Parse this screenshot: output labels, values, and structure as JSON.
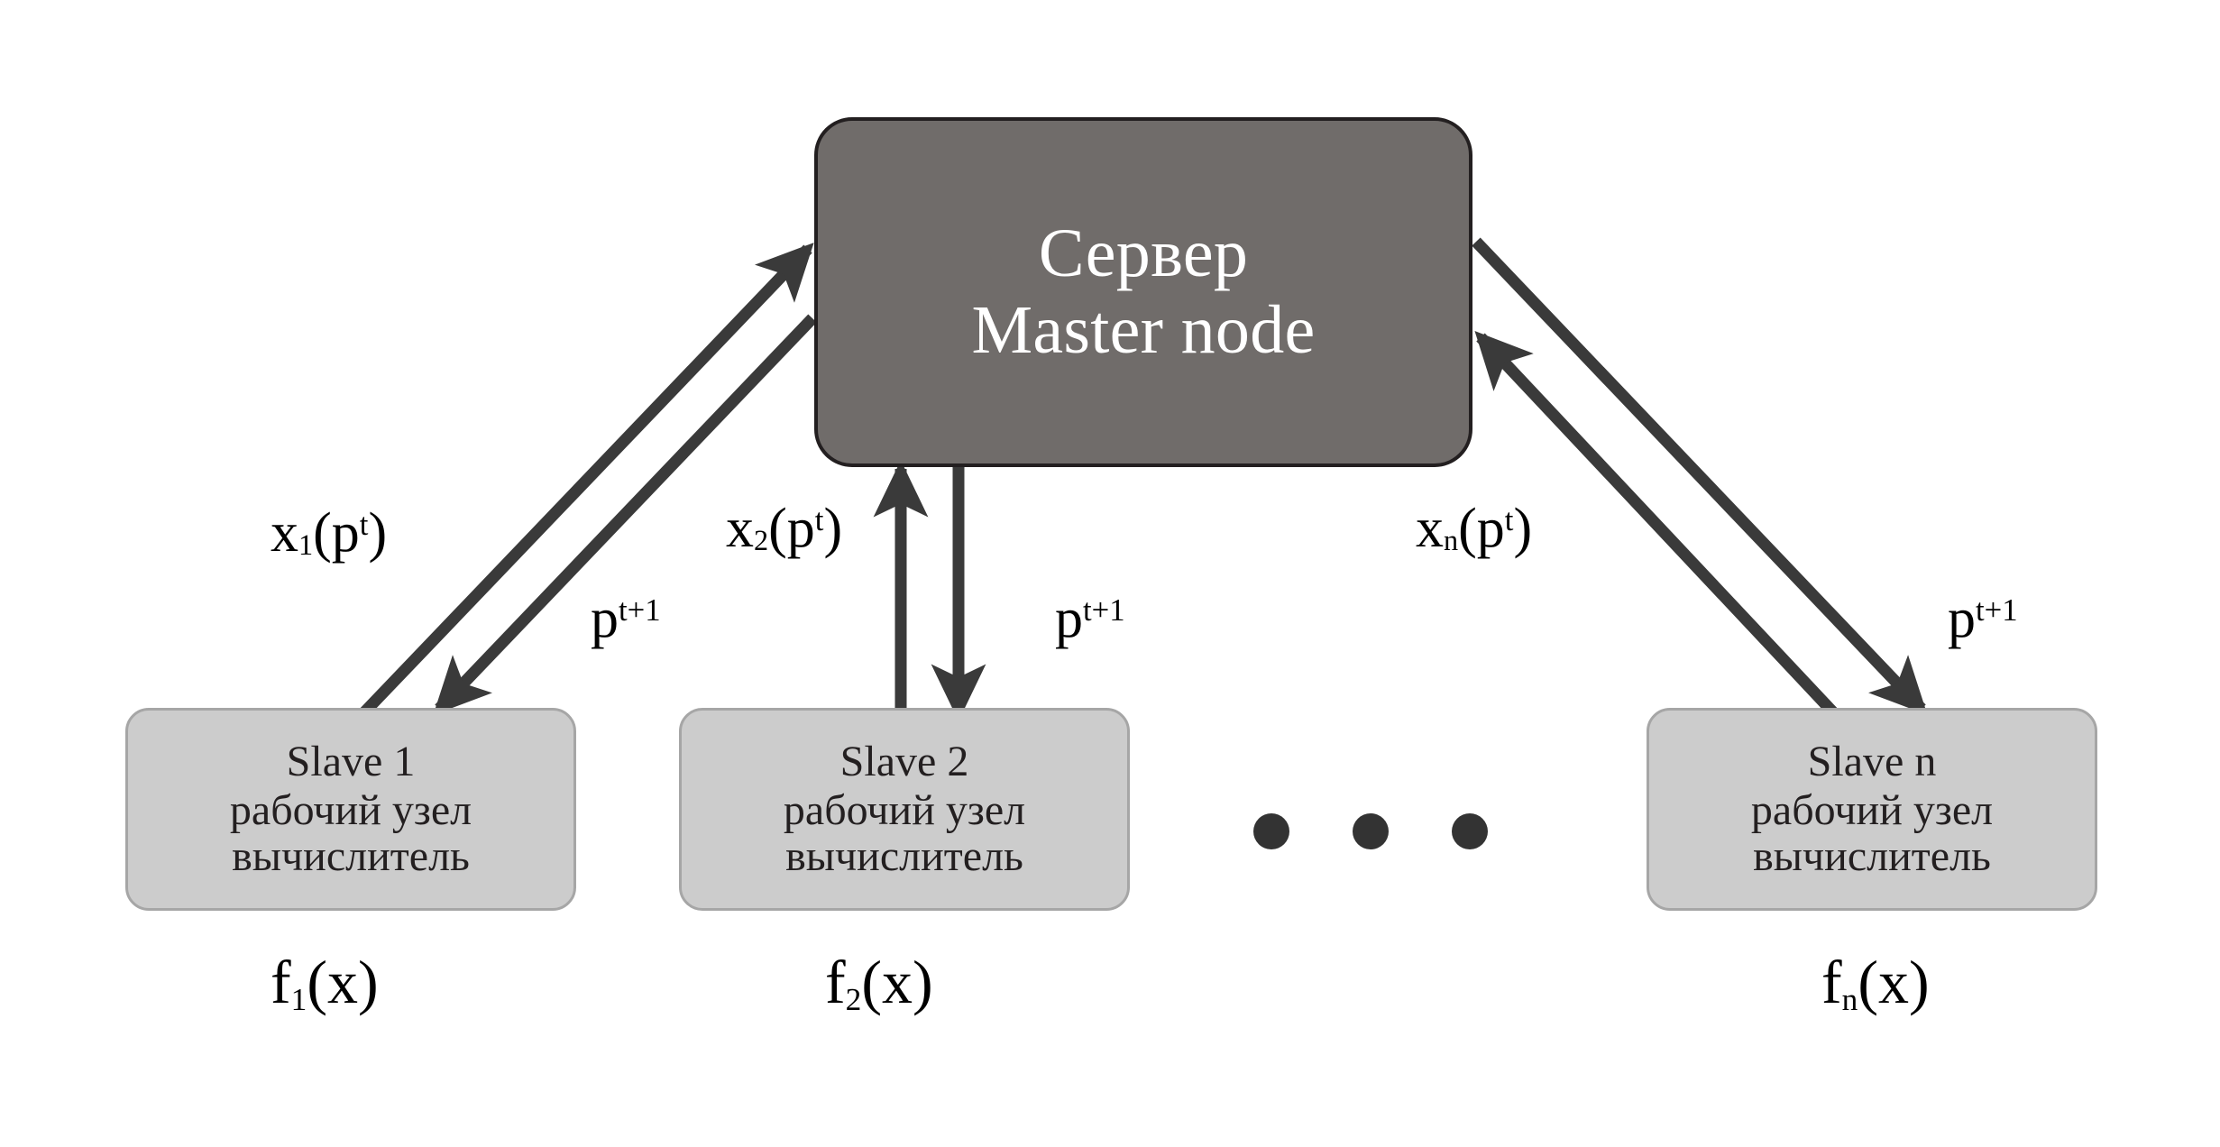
{
  "diagram": {
    "background_color": "#ffffff",
    "edge_color": "#3a3a3a",
    "master_fill": "#706C6A",
    "master_border": "#231f20",
    "slave_fill": "#CCCCCC",
    "slave_border": "#A6A6A6",
    "dot_color": "#333333"
  },
  "master": {
    "line1": "Сервер",
    "line2": "Master node"
  },
  "slaves": [
    {
      "id": "slave-1",
      "title": "Slave 1",
      "role": "рабочий узел",
      "kind": "вычислитель",
      "function_base": "f",
      "function_sub": "1",
      "function_arg": "(x)"
    },
    {
      "id": "slave-2",
      "title": "Slave 2",
      "role": "рабочий узел",
      "kind": "вычислитель",
      "function_base": "f",
      "function_sub": "2",
      "function_arg": "(x)"
    },
    {
      "id": "slave-n",
      "title": "Slave n",
      "role": "рабочий узел",
      "kind": "вычислитель",
      "function_base": "f",
      "function_sub": "n",
      "function_arg": "(x)"
    }
  ],
  "ellipsis": {
    "dot_count": 3,
    "meaning": "…"
  },
  "edge_labels": {
    "up_1": {
      "base": "x",
      "sub": "1",
      "open": "(p",
      "sup": "t",
      "close": ")"
    },
    "up_2": {
      "base": "x",
      "sub": "2",
      "open": "(p",
      "sup": "t",
      "close": ")"
    },
    "up_n": {
      "base": "x",
      "sub": "n",
      "open": "(p",
      "sup": "t",
      "close": ")"
    },
    "down_1": {
      "base": "p",
      "sup": "t+1"
    },
    "down_2": {
      "base": "p",
      "sup": "t+1"
    },
    "down_n": {
      "base": "p",
      "sup": "t+1"
    }
  }
}
